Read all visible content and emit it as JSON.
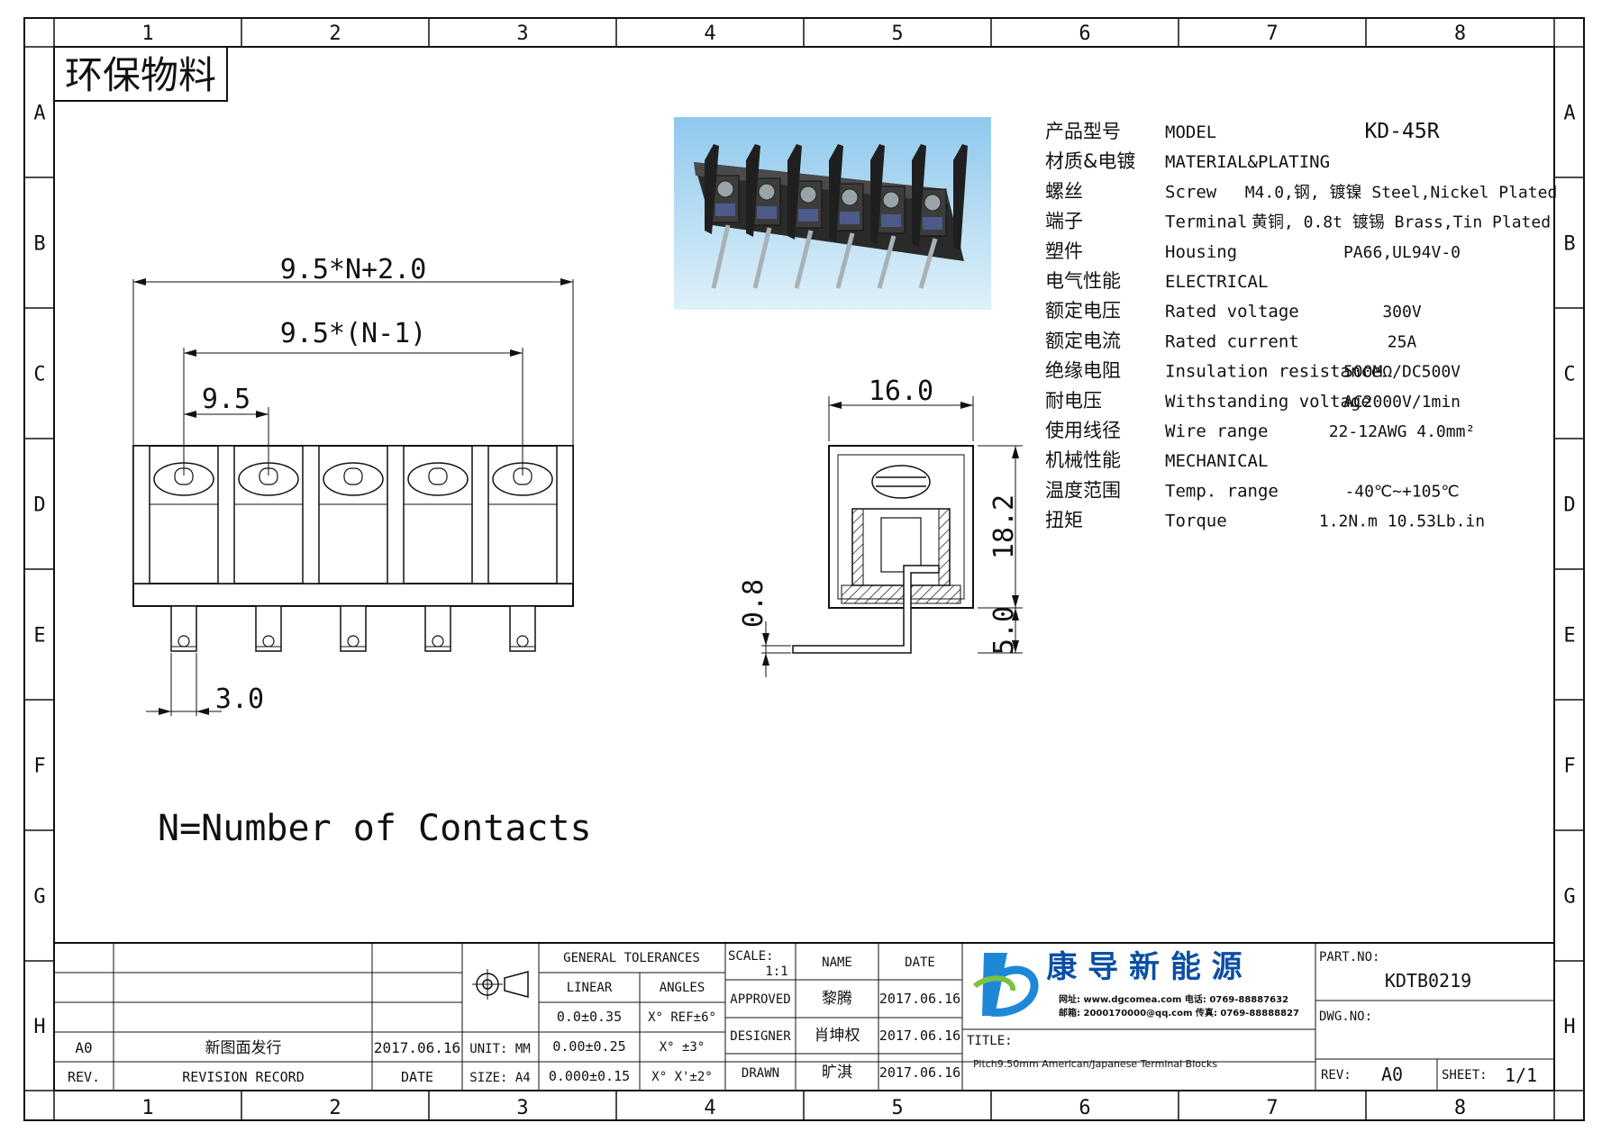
{
  "frame": {
    "col_labels": [
      "1",
      "2",
      "3",
      "4",
      "5",
      "6",
      "7",
      "8"
    ],
    "row_labels": [
      "A",
      "B",
      "C",
      "D",
      "E",
      "F",
      "G",
      "H"
    ]
  },
  "stamp": "环保物料",
  "dimensions": {
    "overall": "9.5*N+2.0",
    "span": "9.5*(N-1)",
    "pitch": "9.5",
    "pin_width": "3.0",
    "depth": "16.0",
    "height": "18.2",
    "pin_length": "5.0",
    "pin_thickness": "0.8"
  },
  "note": "N=Number of Contacts",
  "specs": [
    {
      "zh": "产品型号",
      "en": "MODEL",
      "val": "KD-45R"
    },
    {
      "zh": "材质&电镀",
      "en": "MATERIAL&PLATING",
      "val": ""
    },
    {
      "zh": "螺丝",
      "en": "Screw",
      "val": "M4.0,钢, 镀镍 Steel,Nickel Plated"
    },
    {
      "zh": "端子",
      "en": "Terminal",
      "val": "黄铜, 0.8t 镀锡 Brass,Tin Plated"
    },
    {
      "zh": "塑件",
      "en": "Housing",
      "val": "PA66,UL94V-0"
    },
    {
      "zh": "电气性能",
      "en": "ELECTRICAL",
      "val": ""
    },
    {
      "zh": "额定电压",
      "en": "Rated voltage",
      "val": "300V"
    },
    {
      "zh": "额定电流",
      "en": "Rated current",
      "val": "25A"
    },
    {
      "zh": "绝缘电阻",
      "en": "Insulation resistance",
      "val": "500MΩ/DC500V"
    },
    {
      "zh": "耐电压",
      "en": "Withstanding voltage",
      "val": "AC2000V/1min"
    },
    {
      "zh": "使用线径",
      "en": "Wire range",
      "val": "22-12AWG 4.0mm²"
    },
    {
      "zh": "机械性能",
      "en": "MECHANICAL",
      "val": ""
    },
    {
      "zh": "温度范围",
      "en": "Temp. range",
      "val": "-40℃~+105℃"
    },
    {
      "zh": "扭矩",
      "en": "Torque",
      "val": "1.2N.m  10.53Lb.in"
    }
  ],
  "title_block": {
    "rev_row_rev": "A0",
    "rev_row_record": "新图面发行",
    "rev_row_date": "2017.06.16",
    "hdr_rev": "REV.",
    "hdr_record": "REVISION RECORD",
    "hdr_date": "DATE",
    "unit": "UNIT: MM",
    "size": "SIZE: A4",
    "general_tolerances": "GENERAL TOLERANCES",
    "linear": "LINEAR",
    "angles": "ANGLES",
    "lin1": "0.0±0.35",
    "lin2": "0.00±0.25",
    "lin3": "0.000±0.15",
    "ang1": "X° REF±6°",
    "ang2": "X° ±3°",
    "ang3": "X° X'±2°",
    "scale_label": "SCALE:",
    "scale_value": "1:1",
    "name_hdr": "NAME",
    "date_hdr": "DATE",
    "approved": "APPROVED",
    "designer": "DESIGNER",
    "drawn": "DRAWN",
    "approved_name": "黎腾",
    "designer_name": "肖坤权",
    "drawn_name": "旷淇",
    "approved_date": "2017.06.16",
    "designer_date": "2017.06.16",
    "drawn_date": "2017.06.16",
    "company": "康 导 新 能 源",
    "company_web": "网址: www.dgcomea.com  电话: 0769-88887632",
    "company_mail": "邮箱: 2000170000@qq.com 传真: 0769-88888827",
    "title_label": "TITLE:",
    "title": "Pitch9.50mm American/Japanese Terminal Blocks",
    "part_no_label": "PART.NO:",
    "part_no": "KDTB0219",
    "dwg_no_label": "DWG.NO:",
    "rev_label": "REV:",
    "rev": "A0",
    "sheet_label": "SHEET:",
    "sheet": "1/1"
  }
}
